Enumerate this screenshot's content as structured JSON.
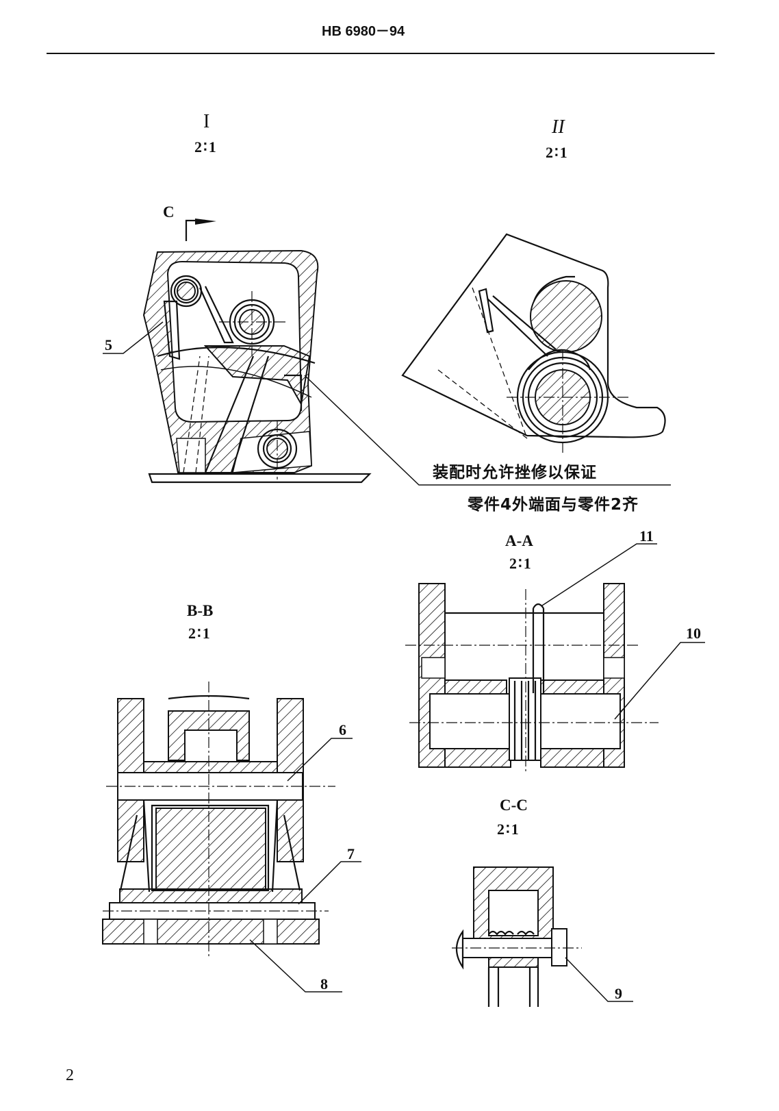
{
  "header": {
    "doc_code": "HB 6980－94"
  },
  "views": {
    "view_i": {
      "title": "I",
      "scale": "2∶1"
    },
    "view_ii": {
      "title": "II",
      "scale": "2∶1"
    },
    "section_aa": {
      "title": "A-A",
      "scale": "2∶1"
    },
    "section_bb": {
      "title": "B-B",
      "scale": "2∶1"
    },
    "section_cc": {
      "title": "C-C",
      "scale": "2∶1"
    }
  },
  "section_marks": {
    "c_top": "C",
    "c_inner": "C"
  },
  "callouts": {
    "p5": "5",
    "p6": "6",
    "p7": "7",
    "p8": "8",
    "p9": "9",
    "p10": "10",
    "p11": "11"
  },
  "note": {
    "line1": "装配时允许挫修以保证",
    "line2": "零件4外端面与零件2齐"
  },
  "footer": {
    "page_number": "2"
  }
}
